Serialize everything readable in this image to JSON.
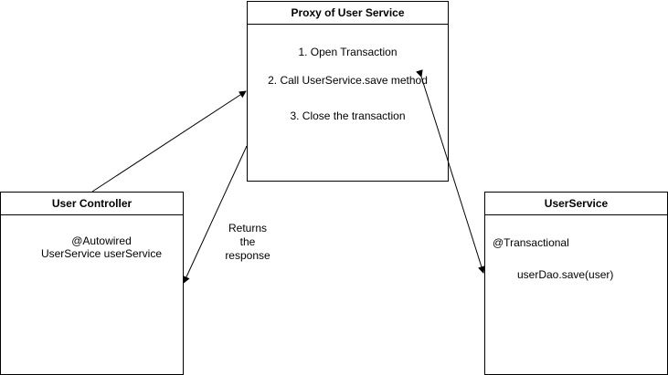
{
  "proxy": {
    "title": "Proxy of User Service",
    "steps": [
      "1. Open Transaction",
      "2. Call UserService.save method",
      "3. Close the transaction"
    ]
  },
  "controller": {
    "title": "User Controller",
    "annotation": "@Autowired",
    "field": "UserService userService"
  },
  "service": {
    "title": "UserService",
    "annotation": "@Transactional",
    "call": "userDao.save(user)"
  },
  "edges": {
    "returns_label": [
      "Returns",
      "the",
      "response"
    ]
  }
}
